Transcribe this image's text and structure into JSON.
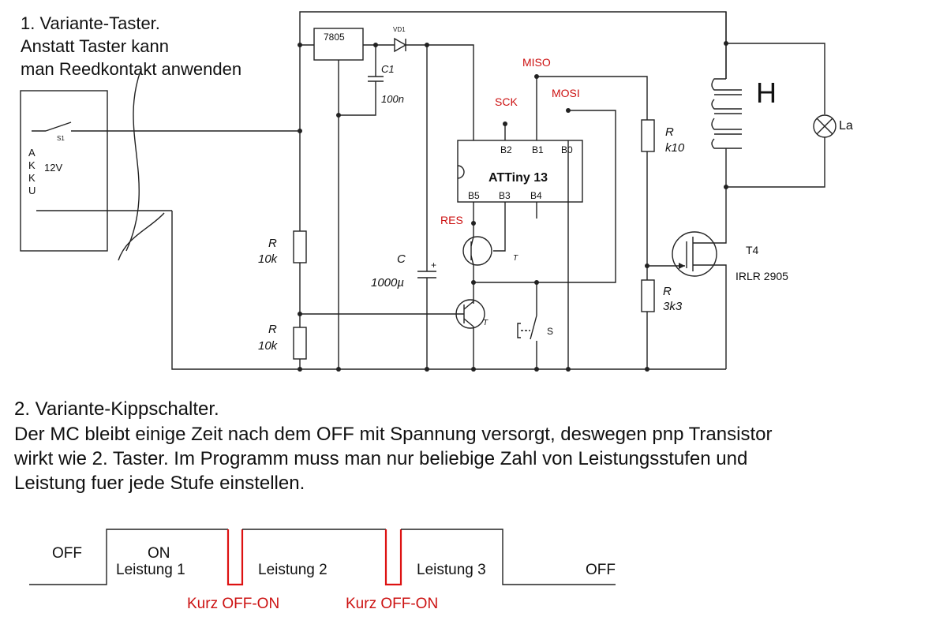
{
  "variant1": {
    "line1": "1. Variante-Taster.",
    "line2": "Anstatt Taster kann",
    "line3": "man Reedkontakt anwenden"
  },
  "battery": {
    "letters": [
      "A",
      "K",
      "K",
      "U"
    ],
    "voltage": "12V",
    "switch": "S1"
  },
  "components": {
    "regulator": "7805",
    "diode": "VD1",
    "c1_name": "C1",
    "c1_value": "100n",
    "mcu": "ATTiny 13",
    "pin_b2": "B2",
    "pin_b1": "B1",
    "pin_b0": "B0",
    "pin_b5": "B5",
    "pin_b3": "B3",
    "pin_b4": "B4",
    "sck": "SCK",
    "miso": "MISO",
    "mosi": "MOSI",
    "res": "RES",
    "r_k10_name": "R",
    "r_k10_value": "k10",
    "r_top_name": "R",
    "r_top_value": "10k",
    "r_bot_name": "R",
    "r_bot_value": "10k",
    "c_big_name": "C",
    "c_big_value": "1000µ",
    "t_upper": "T",
    "t_lower": "T",
    "switch_s": "S",
    "r_3k3_name": "R",
    "r_3k3_value": "3k3",
    "mosfet_name": "T4",
    "mosfet_part": "IRLR 2905",
    "heater": "H",
    "lamp": "La"
  },
  "variant2": {
    "line1": "2. Variante-Kippschalter.",
    "line2": "Der MC bleibt einige Zeit nach dem OFF mit Spannung versorgt, deswegen pnp Transistor",
    "line3": "wirkt wie 2. Taster. Im Programm muss man nur beliebige Zahl von Leistungsstufen und",
    "line4": "Leistung fuer jede Stufe  einstellen."
  },
  "timing": {
    "off_start": "OFF",
    "on": "ON",
    "level1": "Leistung 1",
    "level2": "Leistung 2",
    "level3": "Leistung 3",
    "off_end": "OFF",
    "pulse1": "Kurz OFF-ON",
    "pulse2": "Kurz OFF-ON"
  }
}
